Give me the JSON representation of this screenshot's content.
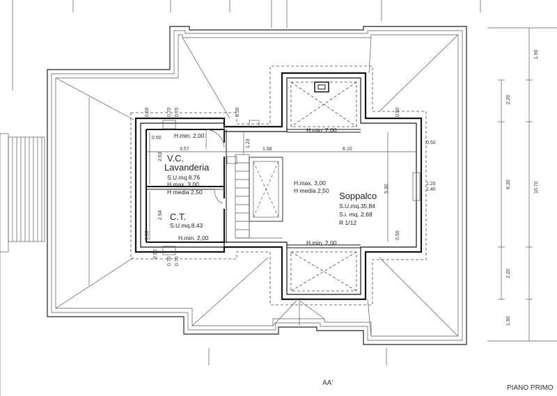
{
  "footer": {
    "section_label": "AA'",
    "sheet_title": "PIANO PRIMO"
  },
  "rooms": {
    "vc": {
      "name": "V.C."
    },
    "lavanderia": {
      "name": "Lavanderia",
      "su": "S.U.mq.8.76",
      "hmax": "H.max. 3,00",
      "hmedia": "H media 2,50"
    },
    "ct": {
      "name": "C.T.",
      "su": "S.U.mq.8.43"
    },
    "soppalco": {
      "name": "Soppalco",
      "su": "S.U.mq.35,84",
      "si": "S.i. mq. 2,68",
      "ratio": "R 1/12",
      "hmax": "H.max. 3,00",
      "hmedia": "H media 2,50"
    }
  },
  "heights": {
    "lav_top": "H.min. 2,00",
    "ct_bottom": "H.min. 2,00",
    "sop_top": "H.min. 2,00",
    "sop_bottom": "H.min. 2,00"
  },
  "dimensions": {
    "h_357": "3.57",
    "h_168": "1.68",
    "h_610": "6.10",
    "v_263": "2.63",
    "v_254": "2.54",
    "v_123": "1.23",
    "v_530": "5.30",
    "d_050_a": "0.50",
    "d_070_a": "0.70",
    "d_070_b": "0.70",
    "d_050_b": "0.50",
    "d_050_c": "0.50",
    "d_050_d": "0.50",
    "d_050_e": "0.50",
    "d_050_f": "0.50",
    "d_050_g": "0.50",
    "d_050_h": "0.50",
    "d_070_c": "0.70",
    "d_070_d": "0.70",
    "d_120": "1.20",
    "d_140": "1.40",
    "r_190_top": "1.90",
    "r_220_top": "2.20",
    "r_630": "6.30",
    "r_1070": "10.70",
    "r_220_bot": "2.20",
    "r_190_bot": "1.90"
  }
}
